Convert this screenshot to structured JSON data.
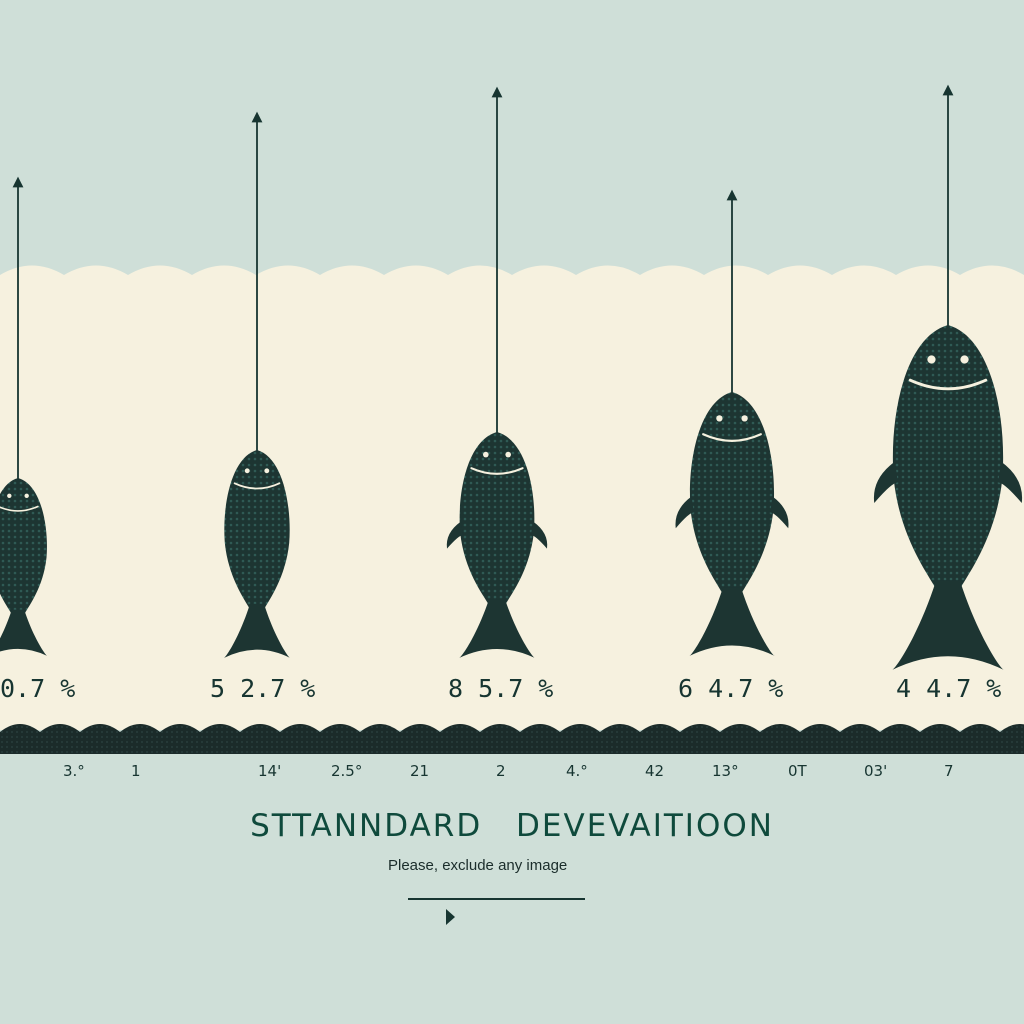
{
  "colors": {
    "sky": "#cfdfd8",
    "paper": "#f6f1df",
    "fish": "#1d3532",
    "fish_highlight": "#2f5a55",
    "band": "#1b2b2a",
    "ink": "#173531",
    "title": "#0f4a3c"
  },
  "fish": [
    {
      "label": "0.7 %",
      "scale": 1.0,
      "string_top": 0.0
    },
    {
      "label": "5  2.7 %",
      "scale": 1.08,
      "string_top": 0.0
    },
    {
      "label": "8  5.7 %",
      "scale": 1.22,
      "string_top": 0.0
    },
    {
      "label": "6  4.7 %",
      "scale": 1.42,
      "string_top": 0.0
    },
    {
      "label": "4  4.7 %",
      "scale": 1.85,
      "string_top": 0.0
    }
  ],
  "axis_ticks": [
    "3.°",
    "1",
    "14'",
    "2.5°",
    "21",
    "2",
    "4.°",
    "42",
    "13°",
    "0T",
    "03'",
    "7"
  ],
  "title": "STTANNDARD DEVEVAITIOON",
  "subtitle": "Please,  exclude any image",
  "icons": [
    "fish-icon",
    "arrow-up-icon",
    "play-triangle-icon"
  ]
}
